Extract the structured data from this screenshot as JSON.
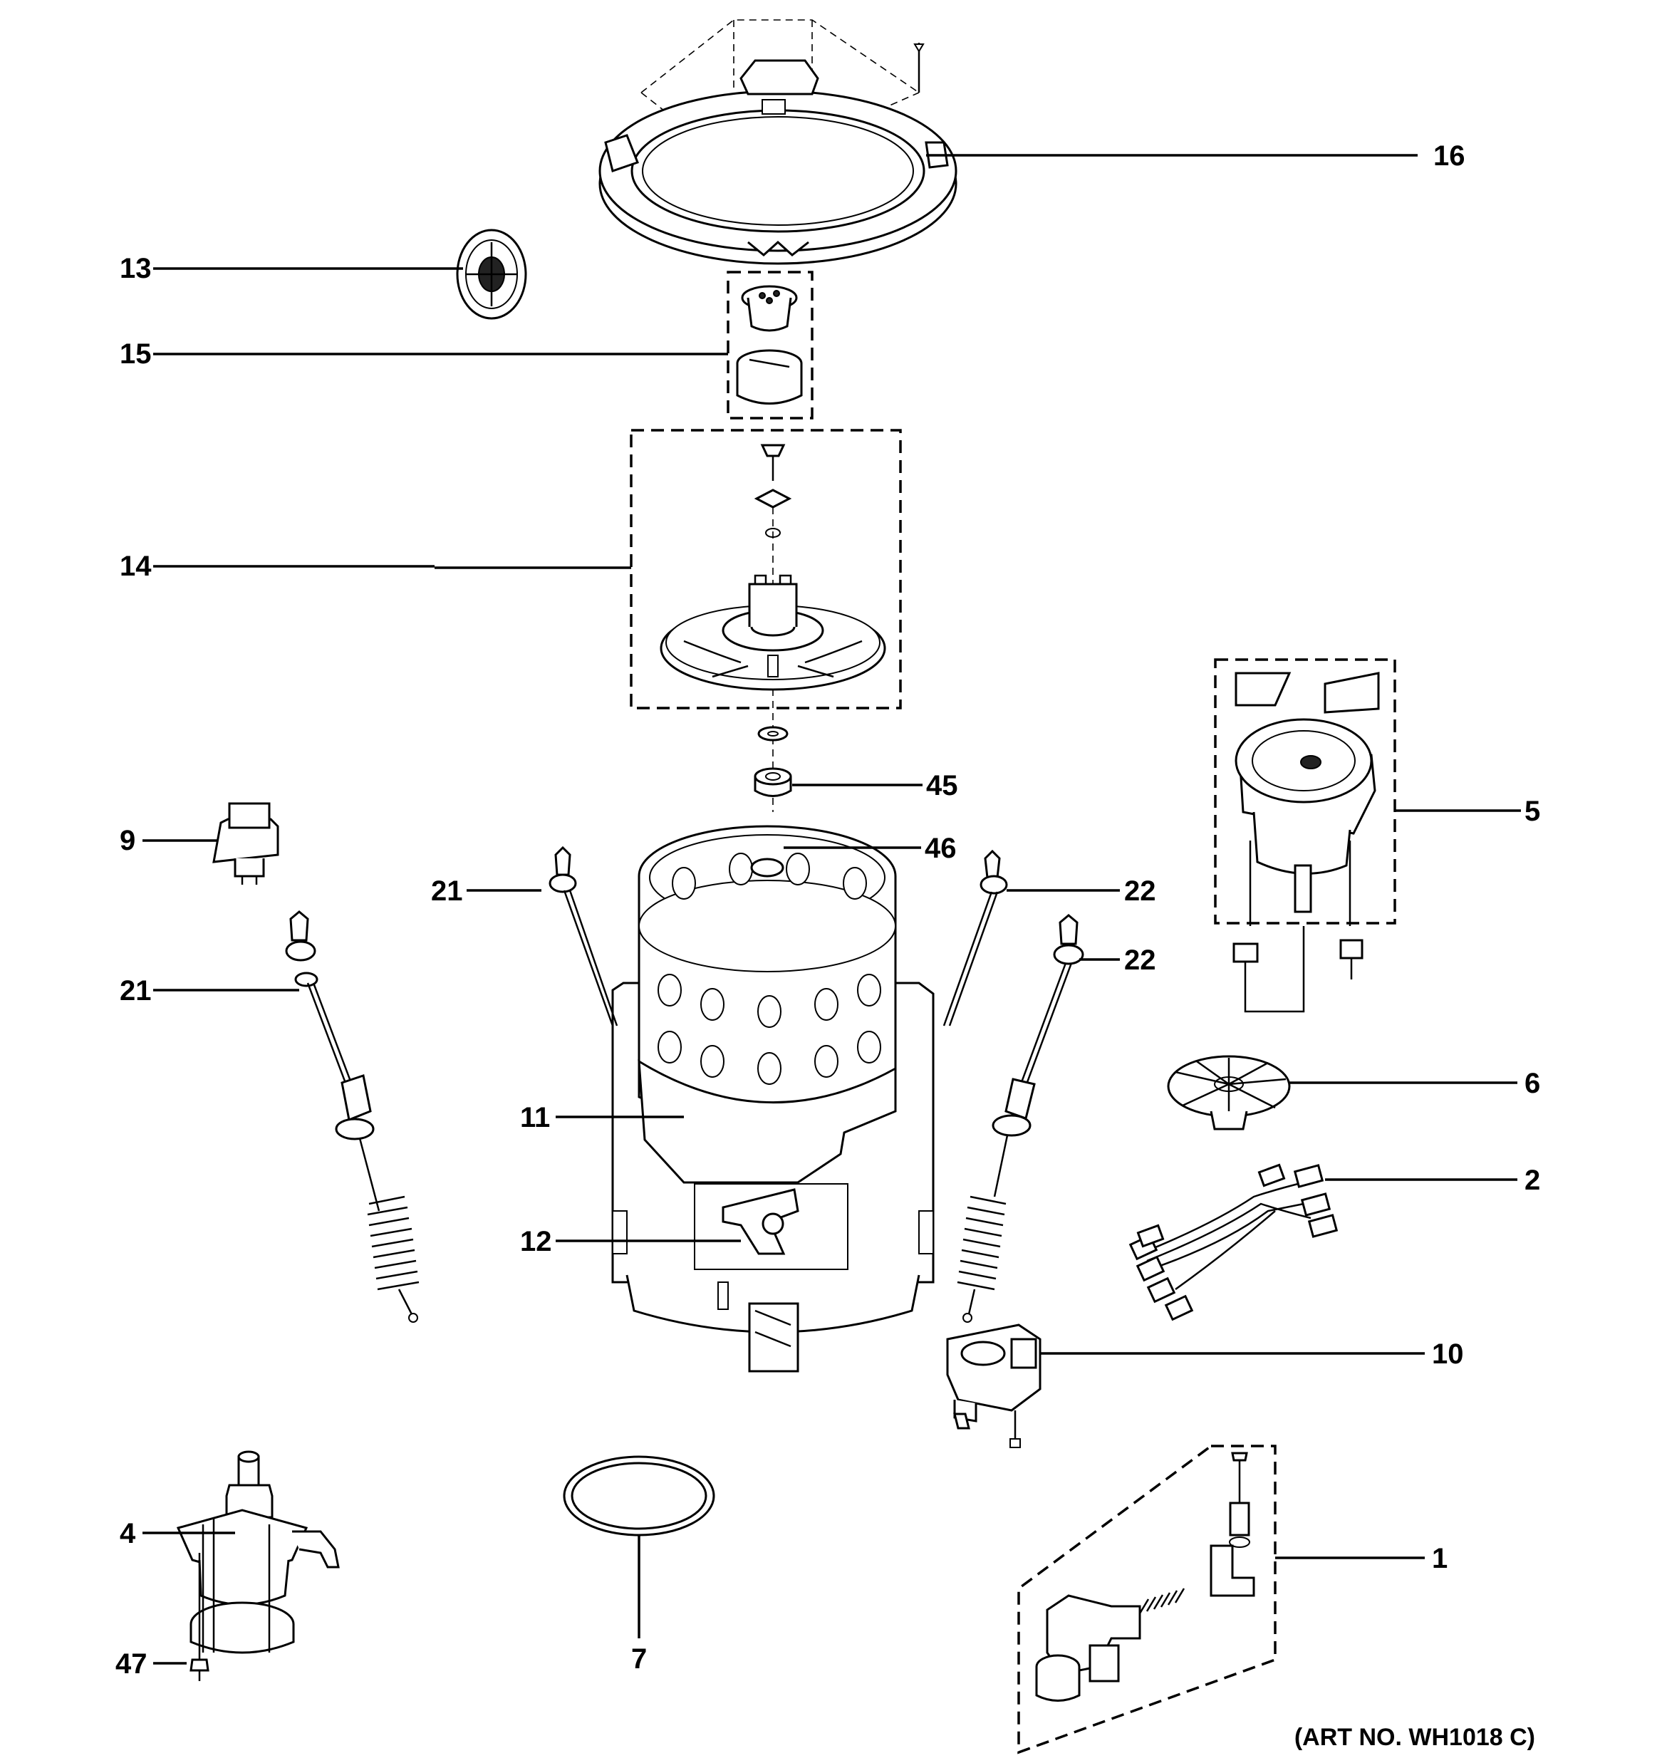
{
  "art_number": "(ART NO. WH1018 C)",
  "callouts": {
    "c16": "16",
    "c13": "13",
    "c15": "15",
    "c14": "14",
    "c45": "45",
    "c5": "5",
    "c9": "9",
    "c46": "46",
    "c21a": "21",
    "c22a": "22",
    "c21b": "21",
    "c22b": "22",
    "c6": "6",
    "c11": "11",
    "c2": "2",
    "c12": "12",
    "c10": "10",
    "c4": "4",
    "c7": "7",
    "c1": "1",
    "c47": "47"
  }
}
